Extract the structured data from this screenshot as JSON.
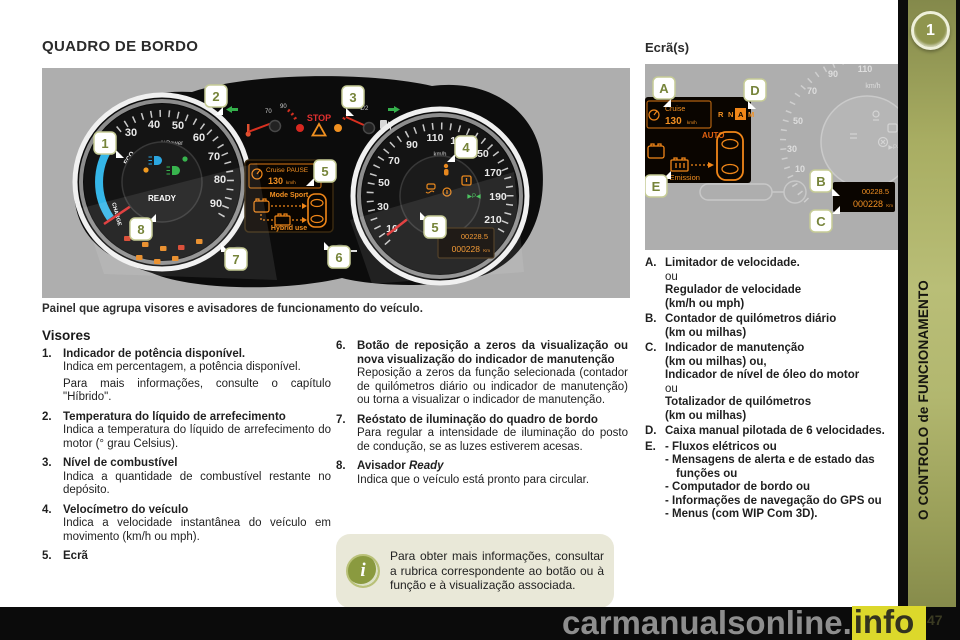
{
  "page": {
    "chapter_number": "1",
    "sidebar_title": "O CONTROLO de FUNCIONAMENTO",
    "page_number": "47",
    "watermark_main": "carmanualsonline.",
    "watermark_suffix": "info"
  },
  "main": {
    "title": "QUADRO DE BORDO",
    "caption": "Painel que agrupa visores e avisadores de funcionamento do veículo."
  },
  "visores": {
    "heading": "Visores",
    "item1": {
      "num": "1.",
      "title": "Indicador de potência disponível.",
      "p1": "Indica em percentagem, a potência disponível.",
      "p2": "Para mais informações, consulte o capítulo \"Híbrido\"."
    },
    "item2": {
      "num": "2.",
      "title": "Temperatura do líquido de arrefecimento",
      "p1": "Indica a temperatura do líquido de arrefecimento do motor (° grau Celsius)."
    },
    "item3": {
      "num": "3.",
      "title": "Nível de combustível",
      "p1": "Indica a quantidade de combustível restante no depósito."
    },
    "item4": {
      "num": "4.",
      "title": "Velocímetro do veículo",
      "p1": "Indica a velocidade instantânea do veículo em movimento (km/h ou mph)."
    },
    "item5": {
      "num": "5.",
      "title": "Ecrã"
    },
    "item6": {
      "num": "6.",
      "title": "Botão de reposição a zeros da visualização ou nova visualização do indicador de manutenção",
      "p1": "Reposição a zeros da função selecionada (contador de quilómetros diário ou indicador de manutenção) ou torna a visualizar o indicador de manutenção."
    },
    "item7": {
      "num": "7.",
      "title": "Reóstato de iluminação do quadro de bordo",
      "p1": "Para regular a intensidade de iluminação do posto de condução, se as luzes estiverem acesas."
    },
    "item8": {
      "num": "8.",
      "title": "Avisador",
      "title_em": "Ready",
      "p1": "Indica que o veículo está pronto para circular."
    }
  },
  "info_note": {
    "icon": "info-icon",
    "icon_glyph": "i",
    "text": "Para obter mais informações, consultar a rubrica correspondente ao botão ou à função e à visualização associada."
  },
  "ecras": {
    "heading": "Ecrã(s)",
    "itemA": {
      "letter": "A.",
      "l1": "Limitador de velocidade.",
      "l2": "ou",
      "l3": "Regulador de velocidade",
      "l4": "(km/h ou mph)"
    },
    "itemB": {
      "letter": "B.",
      "l1": "Contador de quilómetros diário",
      "l2": "(km ou milhas)"
    },
    "itemC": {
      "letter": "C.",
      "l1": "Indicador de manutenção",
      "l2": "(km ou milhas) ou,",
      "l3": "Indicador de nível de óleo do motor",
      "l4": "ou",
      "l5": "Totalizador de quilómetros",
      "l6": "(km ou milhas)"
    },
    "itemD": {
      "letter": "D.",
      "l1": "Caixa manual pilotada de 6 velocidades."
    },
    "itemE": {
      "letter": "E.",
      "l1": "- Fluxos elétricos ou",
      "l2": "- Mensagens de alerta e de estado das funções ou",
      "l3": "- Computador de bordo ou",
      "l4": "- Informações de navegação do GPS ou",
      "l5": "- Menus (com WIP Com 3D)."
    }
  },
  "cluster": {
    "callout1": "1",
    "callout2": "2",
    "callout3": "3",
    "callout4": "4",
    "callout5a": "5",
    "callout5b": "5",
    "callout6": "6",
    "callout7": "7",
    "callout8": "8",
    "power_ticks": [
      "30",
      "40",
      "50",
      "60",
      "70",
      "80",
      "90"
    ],
    "power_unit": "%Power",
    "eco_label": "ECO",
    "charge_label": "CHARGE",
    "zero_label": "0",
    "ready_label": "READY",
    "temp_tick_70": "70",
    "temp_tick_90": "90",
    "stop_label": "STOP",
    "fuel_tick": "1/2",
    "speed_ticks": [
      "10",
      "30",
      "50",
      "70",
      "90",
      "110",
      "130",
      "150",
      "170",
      "190",
      "210"
    ],
    "speed_unit": "km/h",
    "lcd": {
      "cruise_label": "Cruise PAUSE",
      "cruise_value": "130",
      "cruise_unit": "km/h",
      "mode_label": "Mode Sport",
      "hybrid_label": "Hybrid use"
    },
    "odo_trip": "00228.5",
    "odo_total": "000228",
    "odo_unit": "Km"
  },
  "screen": {
    "calloutA": "A",
    "calloutB": "B",
    "calloutC": "C",
    "calloutD": "D",
    "calloutE": "E",
    "cruise_label": "Cruise",
    "cruise_value": "130",
    "cruise_unit": "km/h",
    "gear_r": "R",
    "gear_n": "N",
    "gear_a": "A",
    "gear_m": "M",
    "auto_label": "AUTO",
    "zero_emission": "Zero Emission",
    "bg_ticks": [
      "10",
      "30",
      "50",
      "70",
      "90",
      "110"
    ],
    "bg_unit": "km/h",
    "odo_trip": "00228.5",
    "odo_total": "000228",
    "odo_unit": "Km"
  }
}
